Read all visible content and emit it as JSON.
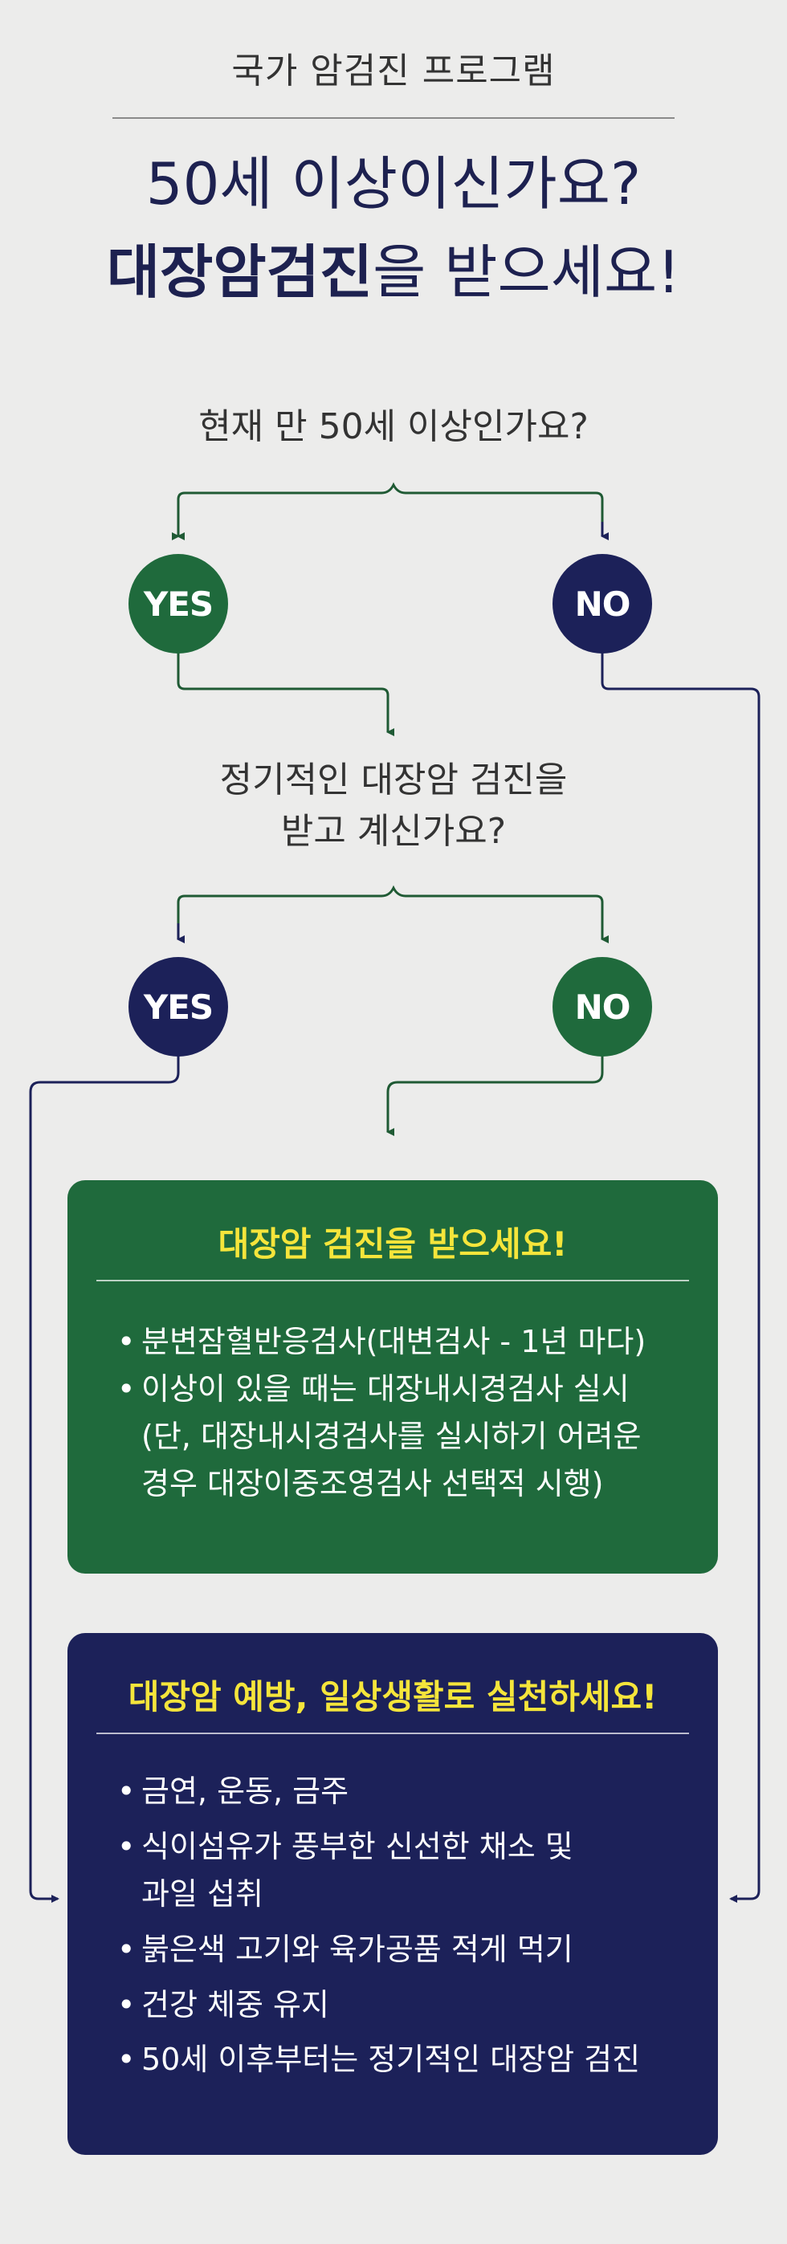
{
  "header": {
    "title": "국가 암검진 프로그램",
    "headline_line1": "50세 이상이신가요?",
    "headline_line2_strong": "대장암검진",
    "headline_line2_rest": "을 받으세요!"
  },
  "flow": {
    "question1": "현재 만 50세 이상인가요?",
    "question2_line1": "정기적인 대장암 검진을",
    "question2_line2": "받고 계신가요?",
    "yes_label": "YES",
    "no_label": "NO"
  },
  "screening_box": {
    "title": "대장암 검진을 받으세요!",
    "items": [
      "분변잠혈반응검사(대변검사 - 1년 마다)",
      "이상이 있을 때는 대장내시경검사 실시",
      "(단, 대장내시경검사를 실시하기 어려운",
      "경우 대장이중조영검사 선택적 시행)"
    ]
  },
  "prevention_box": {
    "title": "대장암 예방, 일상생활로 실천하세요!",
    "items": [
      "금연, 운동, 금주",
      "식이섬유가 풍부한 신선한 채소 및",
      "과일 섭취",
      "붉은색 고기와 육가공품 적게 먹기",
      "건강 체중 유지",
      "50세 이후부터는 정기적인 대장암 검진"
    ]
  },
  "colors": {
    "green": "#1f6a3c",
    "navy": "#1c2159",
    "title_yellow": "#f5e53b",
    "background": "#ececeb"
  }
}
